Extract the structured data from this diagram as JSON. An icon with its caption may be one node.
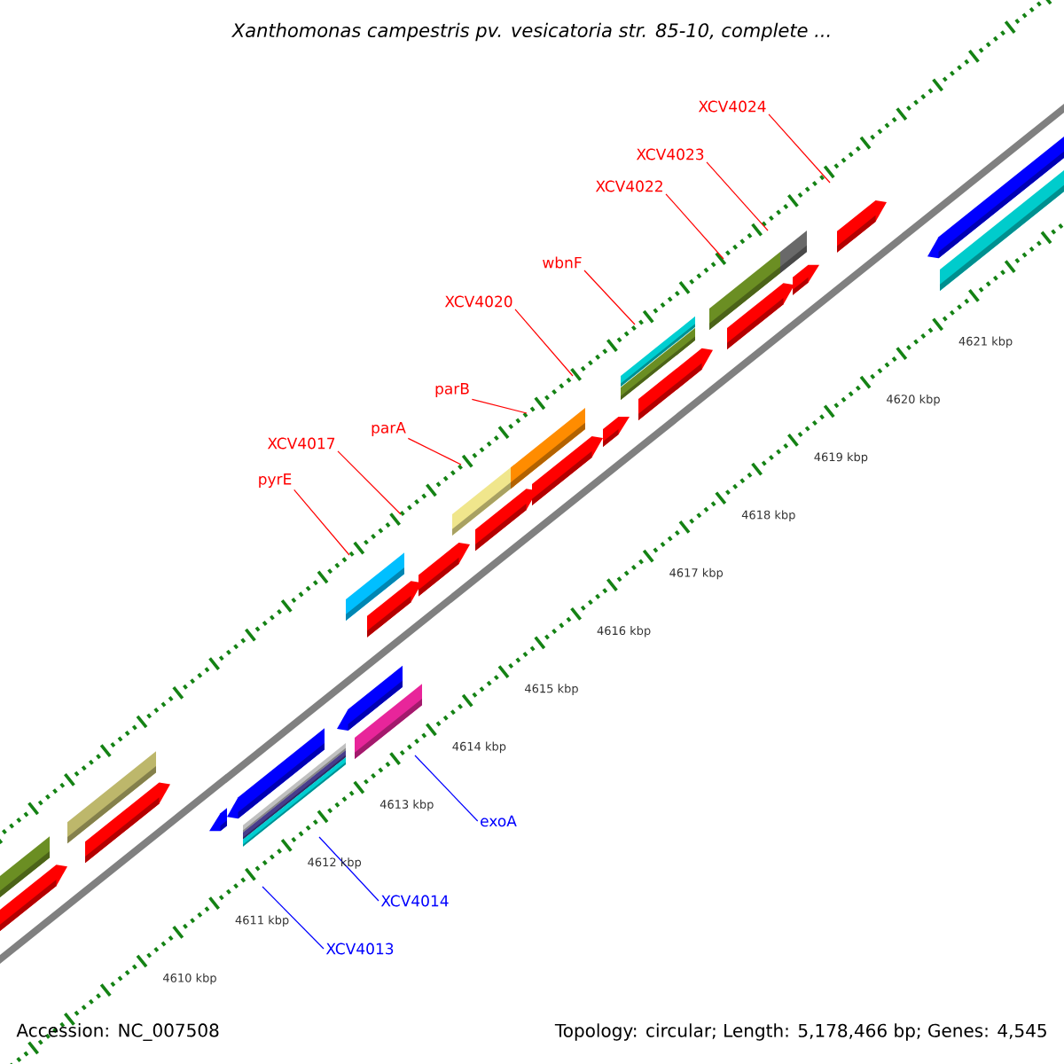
{
  "diagram": {
    "title": "Xanthomonas campestris pv. vesicatoria str. 85-10, complete ...",
    "nodes": [
      {
        "text": [
          "pyrE"
        ]
      },
      {
        "text": [
          "XCV4017"
        ]
      },
      {
        "text": [
          "parA"
        ]
      },
      {
        "text": [
          "parB"
        ]
      },
      {
        "text": [
          "XCV4020"
        ]
      },
      {
        "text": [
          "wbnF"
        ]
      },
      {
        "text": [
          "XCV4022"
        ]
      },
      {
        "text": [
          "XCV4023"
        ]
      },
      {
        "text": [
          "XCV4024"
        ]
      },
      {
        "text": [
          "exoA"
        ]
      },
      {
        "text": [
          "XCV4014"
        ]
      },
      {
        "text": [
          "XCV4013"
        ]
      }
    ],
    "edges": [
      {
        "from": 0,
        "to": null,
        "arrow": "none"
      },
      {
        "from": 1,
        "to": null,
        "arrow": "none"
      },
      {
        "from": 2,
        "to": null,
        "arrow": "none"
      },
      {
        "from": 3,
        "to": null,
        "arrow": "none"
      },
      {
        "from": 4,
        "to": null,
        "arrow": "none"
      },
      {
        "from": 5,
        "to": null,
        "arrow": "none"
      },
      {
        "from": 6,
        "to": null,
        "arrow": "none"
      },
      {
        "from": 7,
        "to": null,
        "arrow": "none"
      },
      {
        "from": 8,
        "to": null,
        "arrow": "none"
      },
      {
        "from": 9,
        "to": null,
        "arrow": "none",
        "color": "#0000ff"
      },
      {
        "from": 10,
        "to": null,
        "arrow": "none",
        "color": "#0000ff"
      },
      {
        "from": 11,
        "to": null,
        "arrow": "none",
        "color": "#0000ff"
      }
    ],
    "labels": [
      "4621 kbp",
      "4620 kbp",
      "4619 kbp",
      "4618 kbp",
      "4617 kbp",
      "4616 kbp",
      "4615 kbp",
      "4614 kbp",
      "4613 kbp",
      "4612 kbp",
      "4611 kbp",
      "4610 kbp",
      "Accession: NC_007508",
      "Topology: circular; Length: 5,178,466 bp; Genes: 4,545"
    ]
  }
}
